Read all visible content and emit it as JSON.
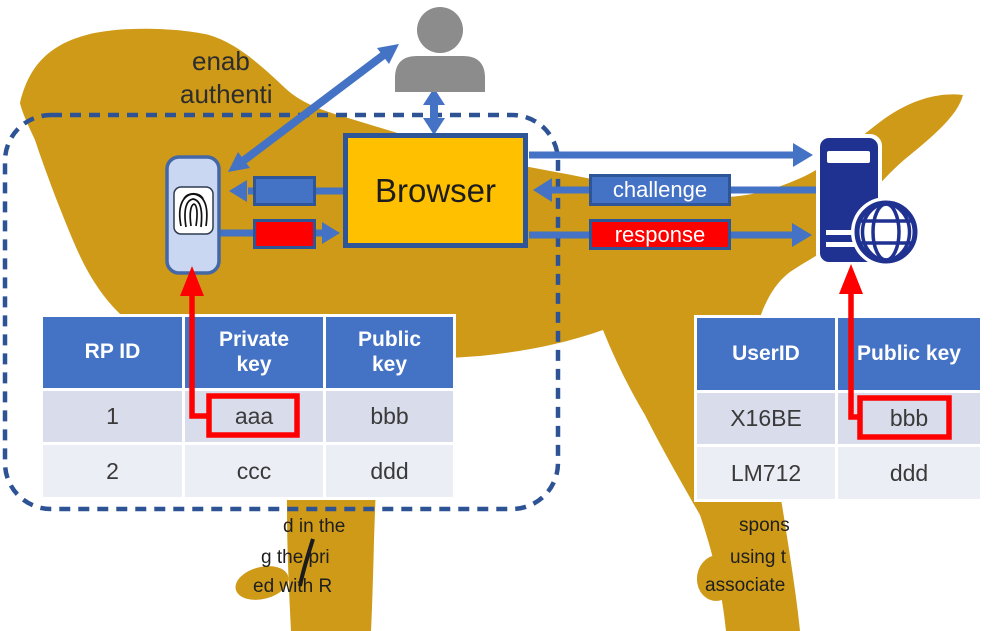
{
  "title_fragments": {
    "line1": "enab",
    "line2": "authenti"
  },
  "browser": {
    "label": "Browser"
  },
  "messages": {
    "challenge": "challenge",
    "response": "response"
  },
  "rp_table": {
    "headers": [
      "RP ID",
      "Private key",
      "Public key"
    ],
    "rows": [
      [
        "1",
        "aaa",
        "bbb"
      ],
      [
        "2",
        "ccc",
        "ddd"
      ]
    ],
    "highlighted_cell": "aaa"
  },
  "server_table": {
    "headers": [
      "UserID",
      "Public key"
    ],
    "rows": [
      [
        "X16BE",
        "bbb"
      ],
      [
        "LM712",
        "ddd"
      ]
    ],
    "highlighted_cell": "bbb"
  },
  "caption_left": {
    "line1": "d in the",
    "line2": "g the pri",
    "line3": "ed with R"
  },
  "caption_right": {
    "line1": "spons",
    "line2": "using t",
    "line3": "associate"
  },
  "icons": {
    "user": "user-icon",
    "authenticator": "fingerprint-phone-icon",
    "server": "server-globe-icon"
  },
  "colors": {
    "dog": "#CE9A18",
    "accent_blue": "#4472C4",
    "dark_blue": "#2E5597",
    "gold": "#FFC000",
    "red": "#FF0000",
    "server_navy": "#1F3191",
    "table_header": "#4472C4",
    "row_odd": "#D9DCEB",
    "row_even": "#ECEEF6"
  }
}
